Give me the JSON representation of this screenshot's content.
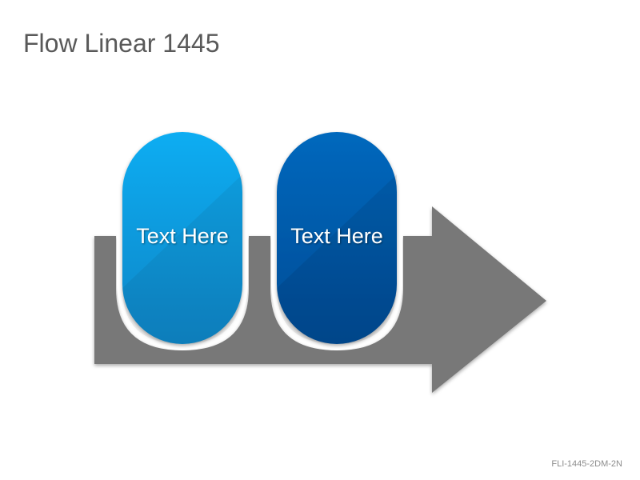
{
  "slide": {
    "title": "Flow Linear 1445",
    "footer_code": "FLI-1445-2DM-2N"
  },
  "diagram": {
    "arrow_color": "#787878",
    "pills": [
      {
        "label": "Text Here",
        "color_top": "#0ea8ef",
        "color_bottom": "#0a87c9"
      },
      {
        "label": "Text Here",
        "color_top": "#0565b8",
        "color_bottom": "#034a93"
      }
    ]
  }
}
